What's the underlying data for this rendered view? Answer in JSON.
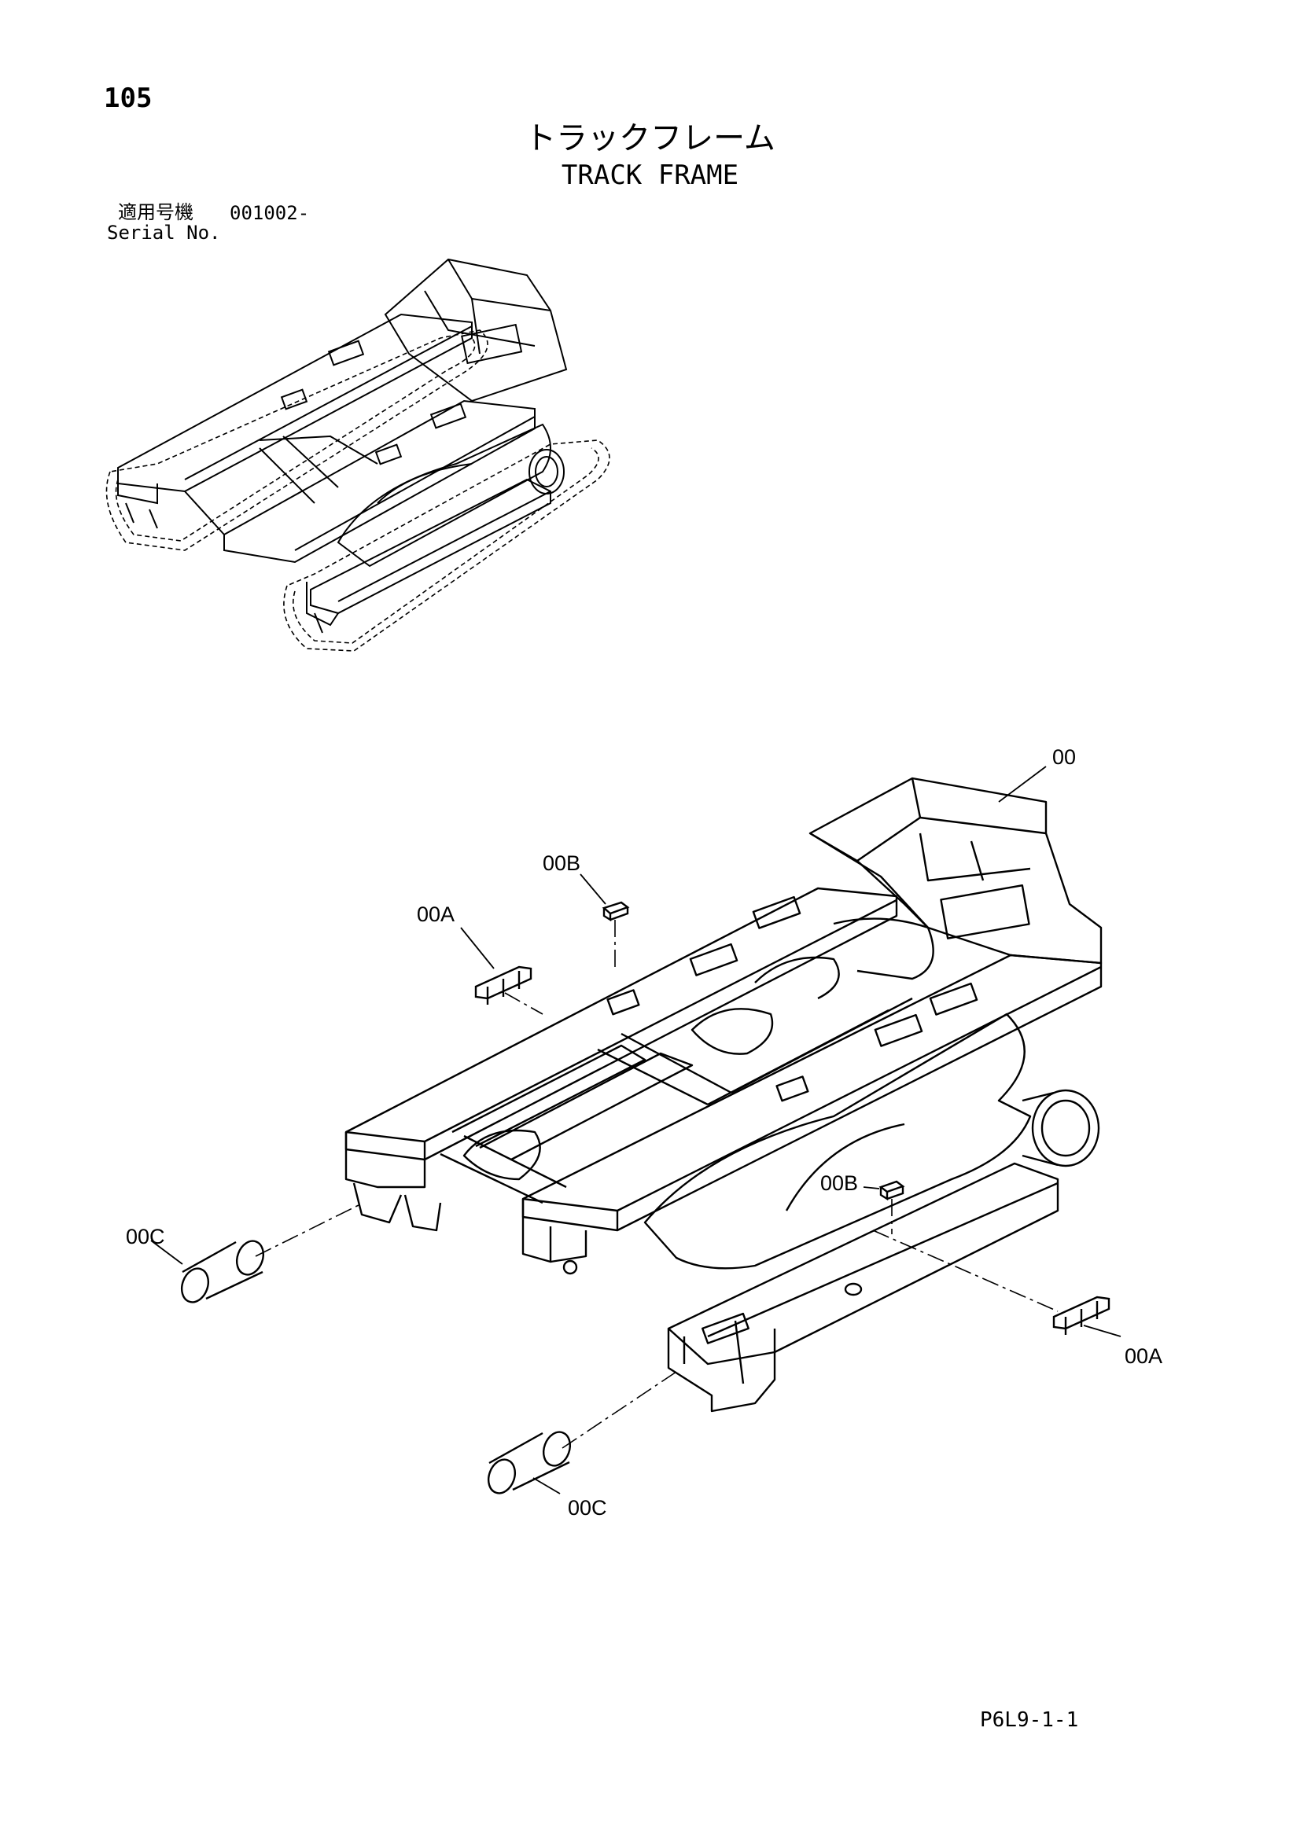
{
  "header": {
    "page_number": "105",
    "title_jp": "トラックフレーム",
    "title_en": "TRACK FRAME",
    "serial_label_jp": "適用号機",
    "serial_value": "001002-",
    "serial_label_en": "Serial No."
  },
  "callouts": {
    "frame": "00",
    "bracket_left": "00A",
    "bracket_right": "00A",
    "plate_top": "00B",
    "plate_mid": "00B",
    "pin_left": "00C",
    "pin_bottom": "00C"
  },
  "footer": {
    "page_code": "P6L9-1-1"
  }
}
